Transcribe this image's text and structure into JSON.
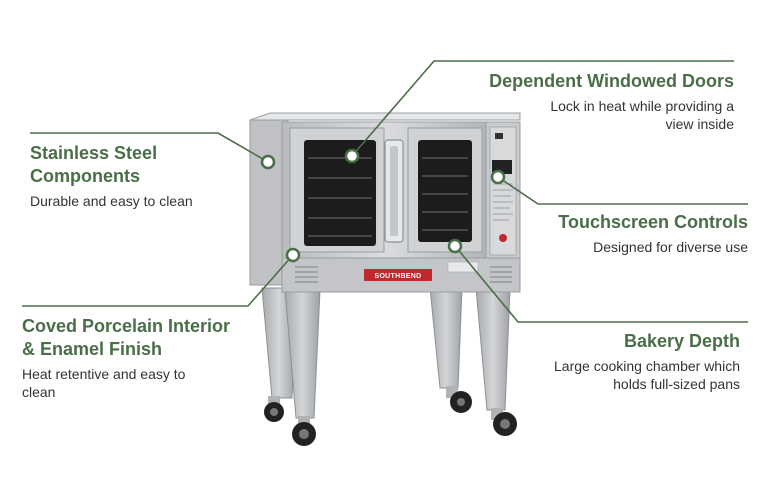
{
  "colors": {
    "accent": "#4a6e47",
    "text": "#333333",
    "steel": "#c9cbcd",
    "steel_dark": "#9ea1a4",
    "window": "#1c1c1c",
    "brand_plate": "#c0282d"
  },
  "product": {
    "brand_label": "SOUTHBEND"
  },
  "callouts": [
    {
      "id": "stainless",
      "title": "Stainless Steel\nComponents",
      "desc": "Durable and easy to clean"
    },
    {
      "id": "doors",
      "title": "Dependent Windowed Doors",
      "desc": "Lock in heat while providing a\nview inside"
    },
    {
      "id": "touch",
      "title": "Touchscreen Controls",
      "desc": "Designed for diverse use"
    },
    {
      "id": "porcelain",
      "title": "Coved Porcelain Interior\n& Enamel Finish",
      "desc": "Heat retentive and easy to\nclean"
    },
    {
      "id": "bakery",
      "title": "Bakery Depth",
      "desc": "Large cooking chamber which\nholds full-sized pans"
    }
  ]
}
